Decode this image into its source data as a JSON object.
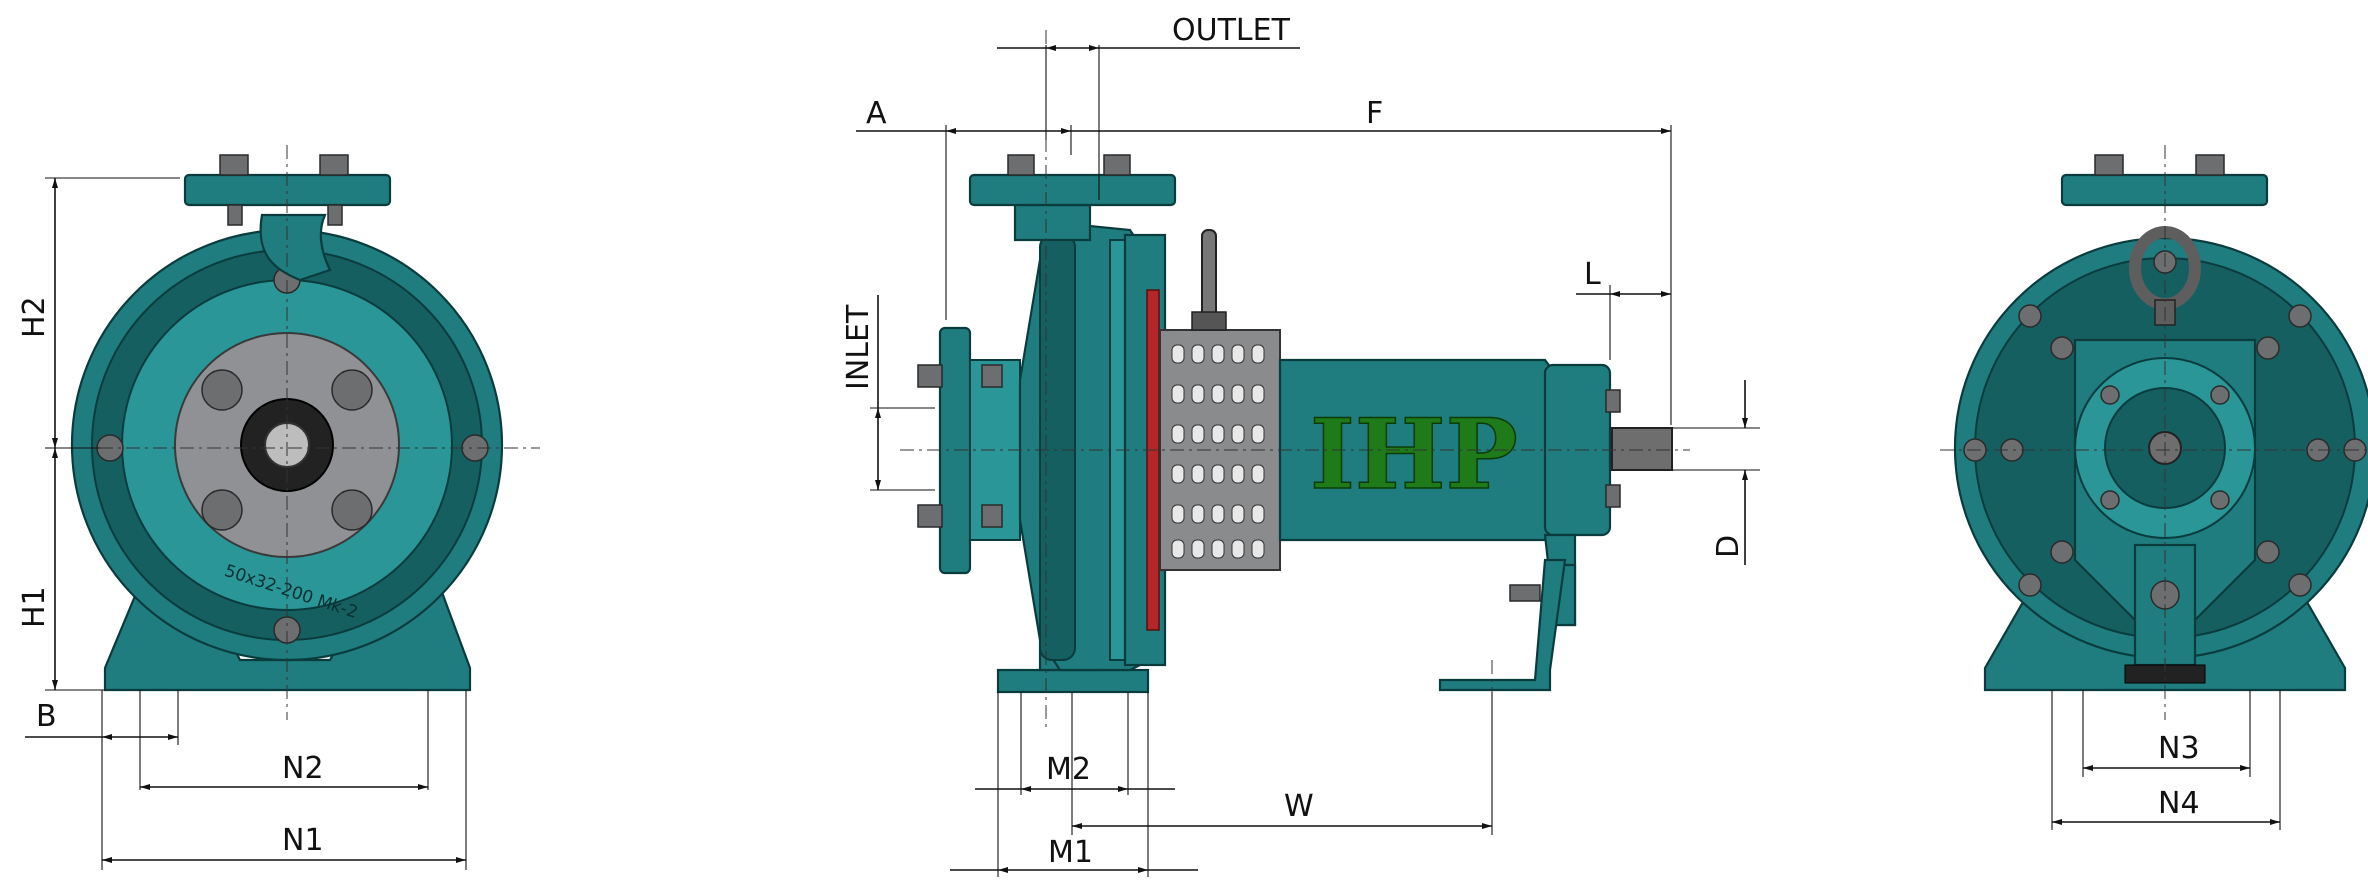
{
  "labels": {
    "outlet": "OUTLET",
    "inlet": "INLET",
    "a": "A",
    "f": "F",
    "l": "L",
    "d": "D",
    "w": "W",
    "m1": "M1",
    "m2": "M2",
    "h1": "H1",
    "h2": "H2",
    "b": "B",
    "n1": "N1",
    "n2": "N2",
    "n3": "N3",
    "n4": "N4"
  },
  "casting_text": "50x32-200 Mk-2",
  "logo_text": "IHP",
  "colors": {
    "pump_body": "#1f7d7f",
    "logo": "#1f7a1a",
    "dimension_lines": "#111111"
  }
}
